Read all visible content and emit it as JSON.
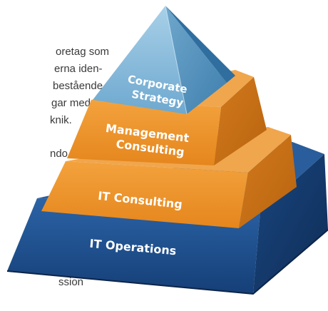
{
  "background_text": {
    "lines": [
      "oretag som",
      "erna iden-",
      "bestående",
      "gar med",
      "knik.",
      "ndo",
      "ssion"
    ]
  },
  "pyramid": {
    "levels": [
      {
        "label_line1": "Corporate",
        "label_line2": "Strategy",
        "color": "#7fb6d8"
      },
      {
        "label_line1": "Management",
        "label_line2": "Consulting",
        "color": "#e98e26"
      },
      {
        "label_line1": "IT Consulting",
        "color": "#ee9530"
      },
      {
        "label_line1": "IT Operations",
        "color": "#1e4f8c"
      }
    ]
  }
}
